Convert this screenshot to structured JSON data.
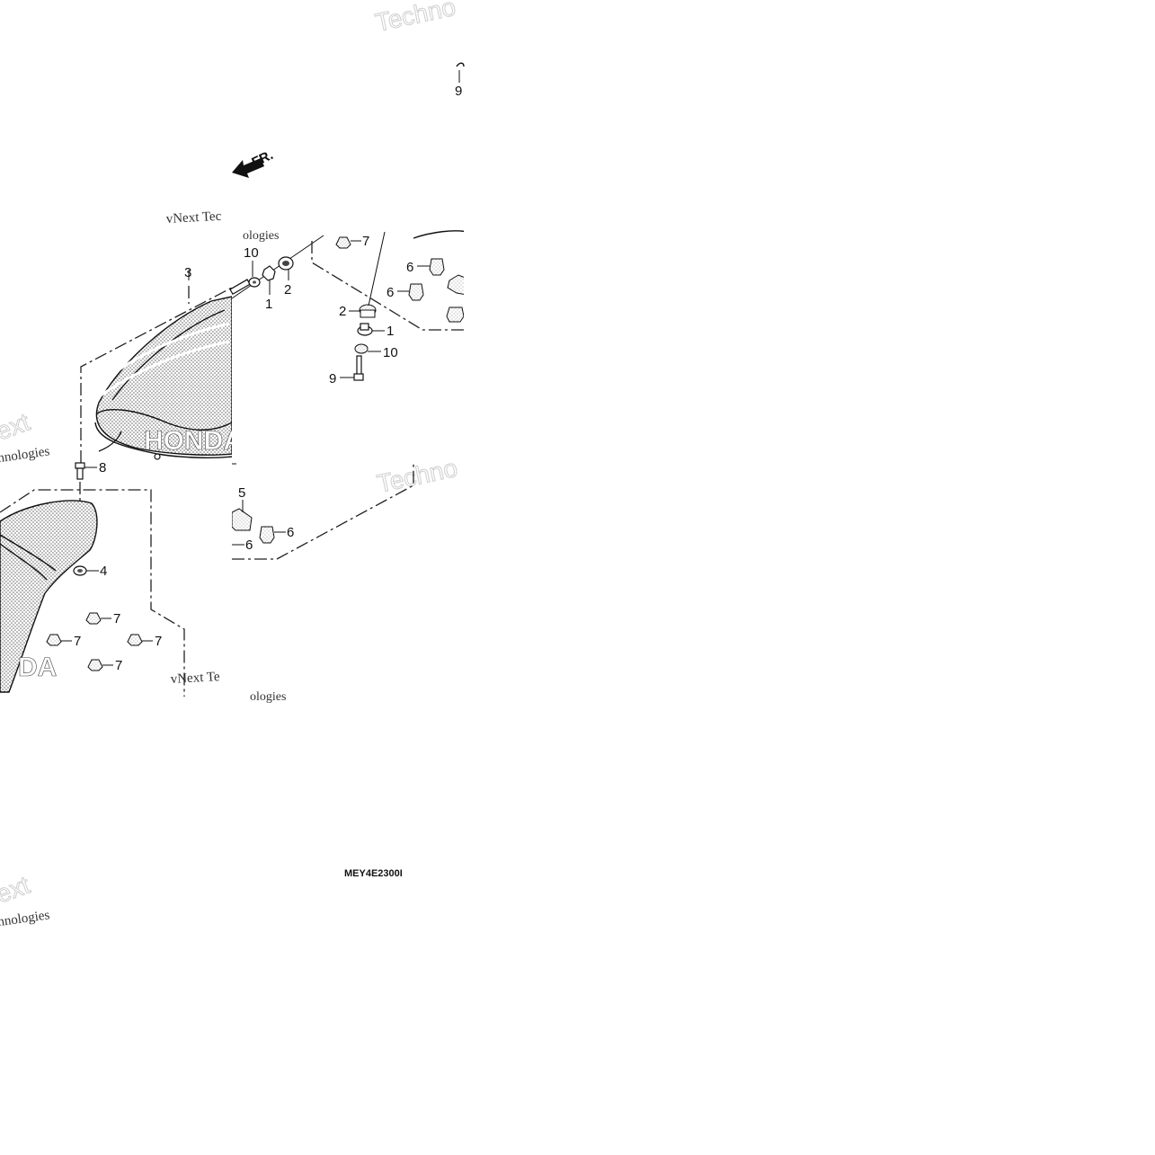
{
  "diagram": {
    "direction_label": "FR.",
    "drawing_code": "MEY4E2300I",
    "brand_mark": "HONDA",
    "callouts": {
      "c1a": "1",
      "c1b": "1",
      "c2a": "2",
      "c2b": "2",
      "c3": "3",
      "c4": "4",
      "c5": "5",
      "c6a": "6",
      "c6b": "6",
      "c6c": "6",
      "c6d": "6",
      "c7a": "7",
      "c7b": "7",
      "c7c": "7",
      "c7d": "7",
      "c7e": "7",
      "c8": "8",
      "c9a": "9",
      "c9b": "9",
      "c10a": "10",
      "c10b": "10"
    },
    "watermarks": {
      "w1": "Techno",
      "w2": "vNext Tec",
      "w3": "ologies",
      "w4": "ext",
      "w5": "hnologies",
      "w6": "Techno",
      "w7": "vNext Te",
      "w8": "ologies",
      "w9": "ext",
      "w10": "hnologies"
    }
  }
}
